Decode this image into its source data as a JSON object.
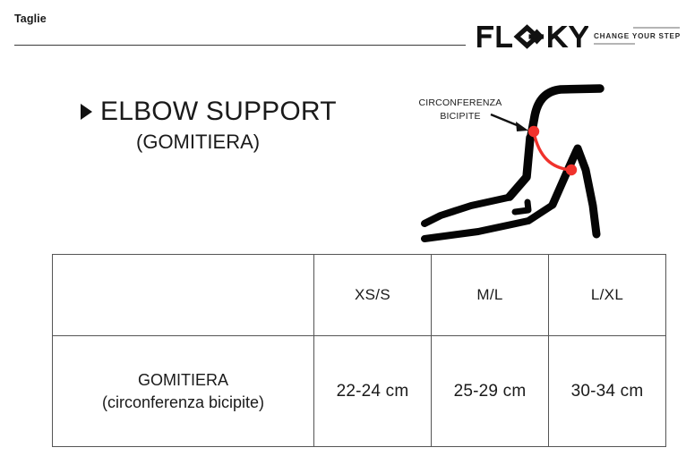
{
  "header": {
    "page_label": "Taglie"
  },
  "brand": {
    "name": "FLOKY",
    "tagline": "CHANGE YOUR STEP",
    "mark_color": "#111111",
    "tagline_rule_color": "#b5b5b5"
  },
  "title": {
    "bullet": "triangle-right",
    "product": "ELBOW SUPPORT",
    "product_translation": "(GOMITIERA)"
  },
  "illustration": {
    "annotation_line1": "CIRCONFERENZA",
    "annotation_line2": "BICIPITE",
    "measure_color": "#f0322c",
    "arm_color": "#050505"
  },
  "size_table": {
    "corner_label": "",
    "columns": [
      "XS/S",
      "M/L",
      "L/XL"
    ],
    "rows": [
      {
        "label_main": "GOMITIERA",
        "label_sub": "(circonferenza bicipite)",
        "values": [
          "22-24 cm",
          "25-29 cm",
          "30-34 cm"
        ]
      }
    ]
  }
}
